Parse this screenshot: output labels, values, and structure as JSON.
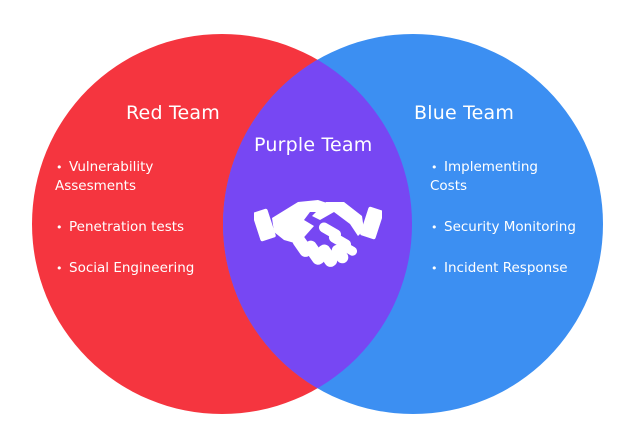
{
  "colors": {
    "red": "#f5353f",
    "blue": "#3c8ff2",
    "purple": "#7747f3",
    "text": "#ffffff"
  },
  "red_team": {
    "title": "Red Team",
    "items": [
      {
        "line1": "Vulnerability",
        "line2": "Assesments"
      },
      {
        "line1": "Penetration tests",
        "line2": ""
      },
      {
        "line1": "Social Engineering",
        "line2": ""
      }
    ]
  },
  "purple_team": {
    "title": "Purple Team",
    "icon": "handshake-icon"
  },
  "blue_team": {
    "title": "Blue Team",
    "items": [
      {
        "line1": "Implementing",
        "line2": "Costs"
      },
      {
        "line1": "Security Monitoring",
        "line2": ""
      },
      {
        "line1": "Incident Response",
        "line2": ""
      }
    ]
  }
}
